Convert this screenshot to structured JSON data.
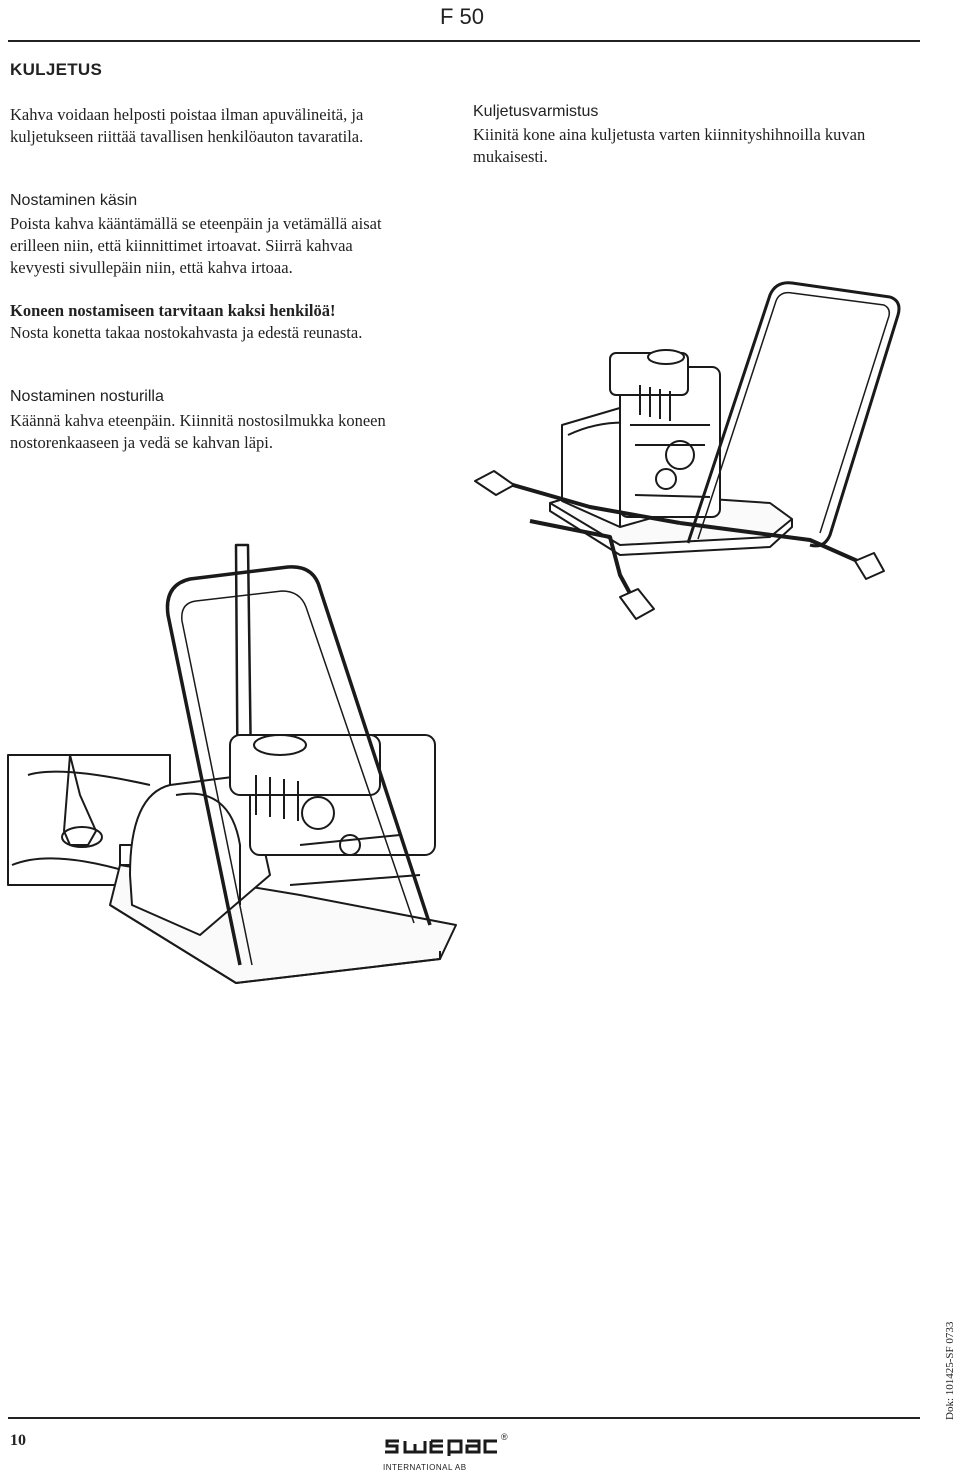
{
  "header": {
    "page_label": "F 50"
  },
  "left": {
    "section_title": "KULJETUS",
    "intro": "Kahva voidaan helposti poistaa ilman apuvälineitä, ja kuljetukseen riittää tavallisen henkilöauton tavaratila.",
    "hand_lift": {
      "heading": "Nostaminen käsin",
      "lines": [
        "Poista kahva kääntämällä se eteenpäin ja vetämällä aisat",
        "erilleen niin, että kiinnittimet irtoavat. Siirrä kahvaa",
        "kevyesti sivullepäin niin, että kahva irtoaa."
      ]
    },
    "two_persons": {
      "warning": "Koneen nostamiseen tarvitaan kaksi henkilöä!",
      "instruction": "Nosta konetta takaa nostokahvasta ja edestä reunasta."
    },
    "crane_lift": {
      "heading": "Nostaminen nosturilla",
      "lines": [
        "Käännä kahva eteenpäin. Kiinnitä nostosilmukka koneen",
        "nostorenkaaseen ja vedä se kahvan läpi."
      ]
    }
  },
  "right": {
    "transport_securing": {
      "heading": "Kuljetusvarmistus",
      "lines": [
        "Kiinitä kone aina kuljetusta varten kiinnityshihnoilla kuvan",
        "mukaisesti."
      ]
    }
  },
  "footer": {
    "page_number": "10",
    "brand": "swepac",
    "brand_sub": "INTERNATIONAL AB",
    "registered": "®",
    "doc_code": "Dok: 101425-SF  0733"
  }
}
